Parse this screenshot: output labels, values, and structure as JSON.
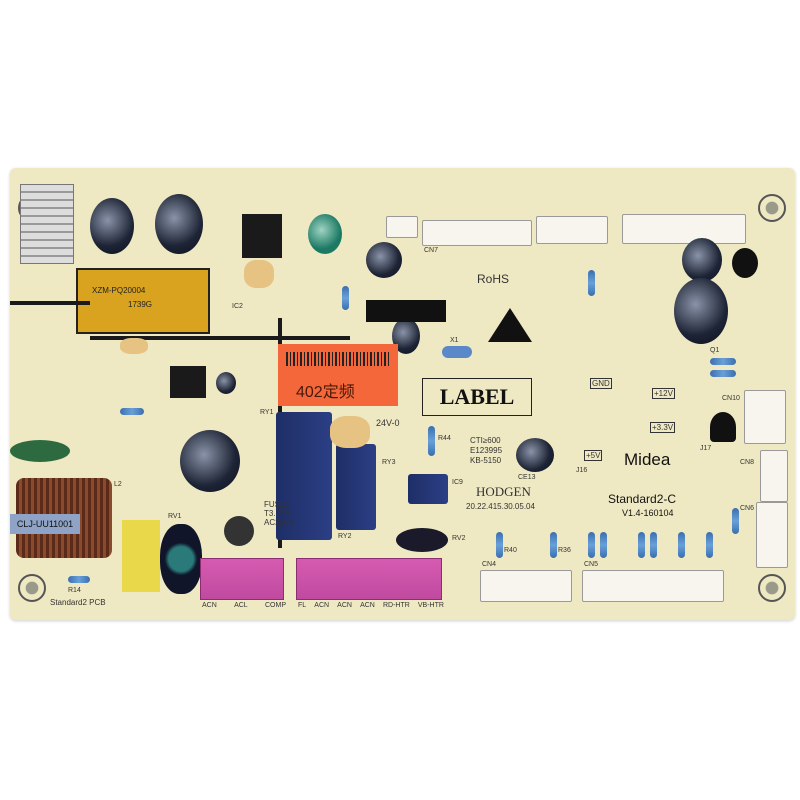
{
  "board": {
    "label_box": "LABEL",
    "sticker": {
      "text": "402定频",
      "color": "#f4673a"
    },
    "brand": "Midea",
    "model": "Standard2-C",
    "version": "V1.4-160104",
    "pcb_name": "Standard2 PCB",
    "maker": "HODGEN",
    "maker_code": "20.22.415.30.05.04",
    "cert": [
      "CTI≥600",
      "E123995",
      "KB-5150"
    ],
    "rohs": "RoHS",
    "transformer_label": "XZM-PQ20004",
    "transformer_code": "1739G",
    "choke_label": "CLJ-UU11001",
    "fuse": [
      "FUSE1",
      "T3.15A",
      "AC250V"
    ],
    "relay_text": "24V-0",
    "connectors": {
      "left": [
        "ACN",
        "ACL",
        "COMP"
      ],
      "right": [
        "FL",
        "ACN",
        "ACN",
        "ACN",
        "RD-HTR",
        "VB-HTR"
      ]
    },
    "voltages": [
      "+5V",
      "+12V",
      "+3.3V",
      "GND"
    ],
    "refs": [
      "RY1",
      "RY2",
      "RY3",
      "RV1",
      "RV2",
      "IC2",
      "IC9",
      "X1",
      "CN4",
      "CN5",
      "CN6",
      "CN7",
      "CN8",
      "CN10",
      "R40",
      "R36",
      "R44",
      "L2",
      "R14",
      "Q1",
      "J16",
      "J17",
      "CE13"
    ]
  },
  "colors": {
    "board": "#efe9c3",
    "connector": "#c94ea6",
    "relay": "#2a3b80"
  }
}
